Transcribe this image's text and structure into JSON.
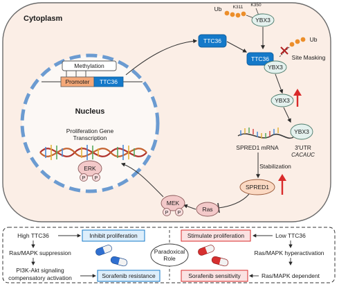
{
  "labels": {
    "cytoplasm": "Cytoplasm",
    "nucleus": "Nucleus",
    "methylation": "Methylation",
    "promoter": "Promoter",
    "ttc36": "TTC36",
    "proliferation_gene_1": "Proliferation Gene",
    "proliferation_gene_2": "Transcription",
    "erk": "ERK",
    "p": "P",
    "ub": "Ub",
    "k311": "K311",
    "k350": "K350",
    "ybx3": "YBX3",
    "site_masking": "Site Masking",
    "spred1_mrna": "SPRED1 mRNA",
    "utr": "3'UTR",
    "cacauc": "CACAUC",
    "stabilization": "Stabilization",
    "spred1": "SPRED1",
    "ras": "Ras",
    "mek": "MEK"
  },
  "bottom": {
    "left": {
      "top": "High TTC36",
      "box1": "Inhibit proliferation",
      "mid": "Ras/MAPK suppression",
      "bot1": "PI3K-Akt signaling",
      "bot2": "compensatory activation",
      "box2": "Sorafenib resistance"
    },
    "center1": "Paradoxical",
    "center2": "Role",
    "right": {
      "box1": "Stimulate proliferation",
      "top": "Low TTC36",
      "mid": "Ras/MAPK hyperactivation",
      "box2": "Sorafenib sensitivity",
      "bot": "Ras/MAPK dependent"
    }
  },
  "colors": {
    "cell_fill": "#fbeee6",
    "nucleus_border": "#6b9bd1",
    "ttc36_blue": "#1479c9",
    "ybx3_green": "#e4f1ee",
    "promoter": "#f4a878",
    "spred1_fill": "#fbd9c3",
    "pink": "#f3c9c9",
    "up_arrow": "#d92a2a",
    "ub_orange": "#ec8e2a"
  }
}
